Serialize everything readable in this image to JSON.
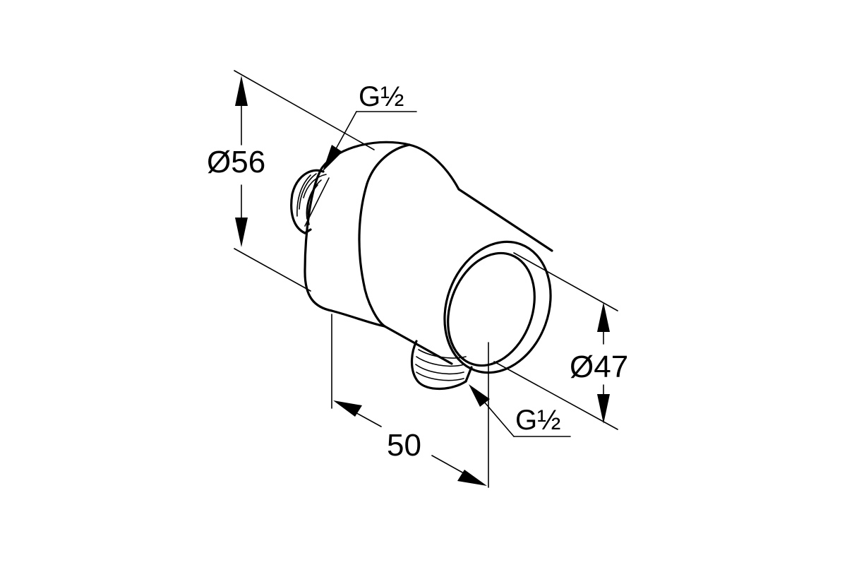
{
  "dimensions": {
    "body_diameter": "Ø56",
    "outlet_diameter": "Ø47",
    "depth": "50",
    "inlet_thread": "G½",
    "outlet_thread": "G½"
  }
}
